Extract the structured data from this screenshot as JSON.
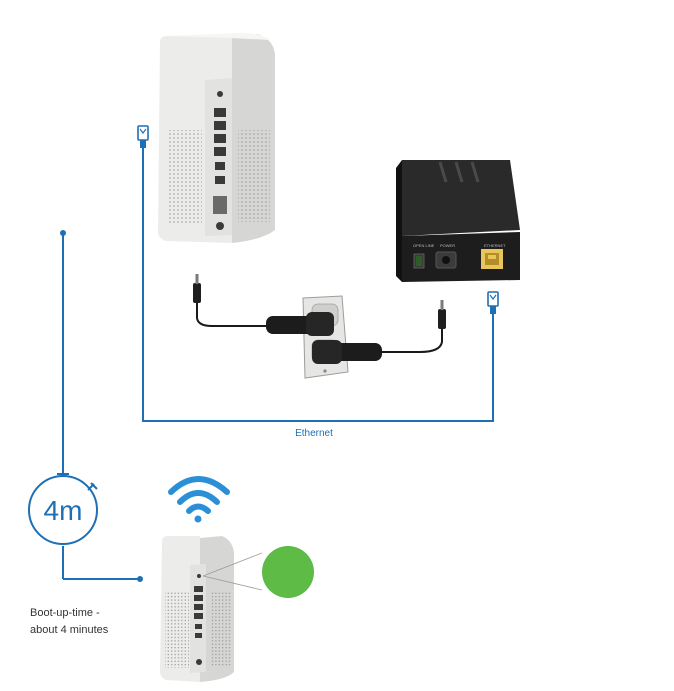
{
  "labels": {
    "ethernet": "Ethernet",
    "timer": "4m",
    "boot_line1": "Boot-up-time -",
    "boot_line2": "about 4 minutes"
  },
  "switch_port_labels": {
    "left": "OPEN LINE",
    "middle": "POWER",
    "right": "ETHERNET"
  },
  "colors": {
    "cable": "#1f6fb5",
    "status_led": "#5dbb46",
    "router_body": "#ececea",
    "switch_body": "#1d1d1d",
    "port_yellow": "#e8c65a"
  },
  "icons": {
    "wifi": "wifi-icon",
    "timer": "stopwatch-icon",
    "ethernet_plug": "rj45-plug-icon"
  }
}
